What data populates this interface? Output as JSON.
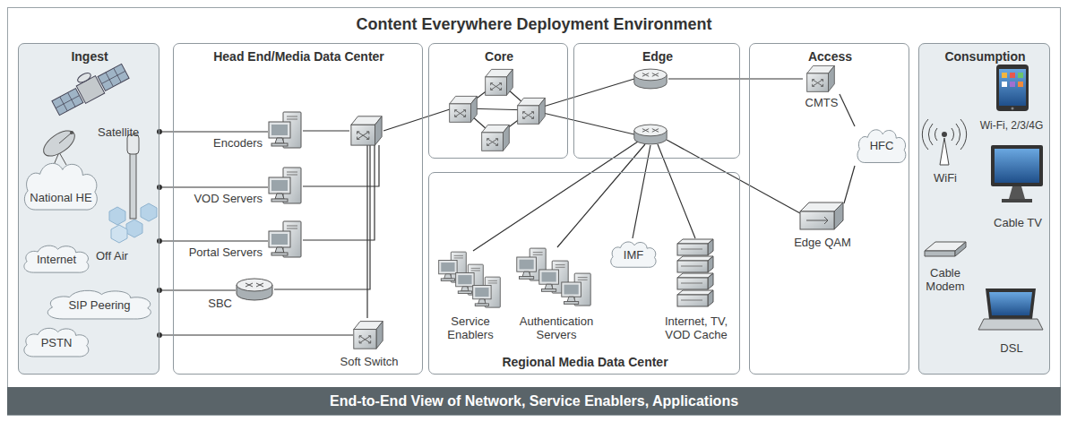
{
  "diagram": {
    "title": "Content Everywhere Deployment Environment",
    "caption": "End-to-End View of Network, Service Enablers, Applications",
    "nodes": [
      {
        "text": [
          "Ingest"
        ]
      },
      {
        "text": [
          "Satellite"
        ],
        "in": 0
      },
      {
        "text": [
          "National HE"
        ],
        "in": 0
      },
      {
        "text": [
          "Off Air"
        ],
        "in": 0
      },
      {
        "text": [
          "Internet"
        ],
        "in": 0
      },
      {
        "text": [
          "SIP Peering"
        ],
        "in": 0
      },
      {
        "text": [
          "PSTN"
        ],
        "in": 0
      },
      {
        "text": [
          "Head End/Media Data Center"
        ]
      },
      {
        "text": [
          "Encoders"
        ],
        "in": 7
      },
      {
        "text": [
          "VOD Servers"
        ],
        "in": 7
      },
      {
        "text": [
          "Portal Servers"
        ],
        "in": 7
      },
      {
        "text": [
          "SBC"
        ],
        "in": 7
      },
      {
        "text": [
          "Soft Switch"
        ],
        "in": 7
      },
      {
        "text": [
          "Core"
        ]
      },
      {
        "text": [
          "Edge"
        ]
      },
      {
        "text": [
          "Regional Media Data Center"
        ]
      },
      {
        "text": [
          "Service Enablers"
        ],
        "in": 15
      },
      {
        "text": [
          "Authentication Servers"
        ],
        "in": 15
      },
      {
        "text": [
          "IMF"
        ],
        "in": 15
      },
      {
        "text": [
          "Internet, TV, VOD Cache"
        ],
        "in": 15
      },
      {
        "text": [
          "Access"
        ]
      },
      {
        "text": [
          "CMTS"
        ],
        "in": 20
      },
      {
        "text": [
          "HFC"
        ],
        "in": 20
      },
      {
        "text": [
          "Edge QAM"
        ],
        "in": 20
      },
      {
        "text": [
          "Consumption"
        ]
      },
      {
        "text": [
          "WiFi"
        ],
        "in": 24
      },
      {
        "text": [
          "Wi-Fi, 2/3/4G"
        ],
        "in": 24
      },
      {
        "text": [
          "Cable TV"
        ],
        "in": 24
      },
      {
        "text": [
          "Cable Modem"
        ],
        "in": 24
      },
      {
        "text": [
          "DSL"
        ],
        "in": 24
      }
    ],
    "edges": [
      {
        "from": 0,
        "to": 8,
        "arrow": "none"
      },
      {
        "from": 0,
        "to": 9,
        "arrow": "none"
      },
      {
        "from": 0,
        "to": 10,
        "arrow": "none"
      },
      {
        "from": 0,
        "to": 11,
        "arrow": "none"
      },
      {
        "from": 0,
        "to": 12,
        "arrow": "none"
      },
      {
        "from": 21,
        "to": 22,
        "arrow": "none"
      },
      {
        "from": 23,
        "to": 22,
        "arrow": "none"
      }
    ]
  }
}
